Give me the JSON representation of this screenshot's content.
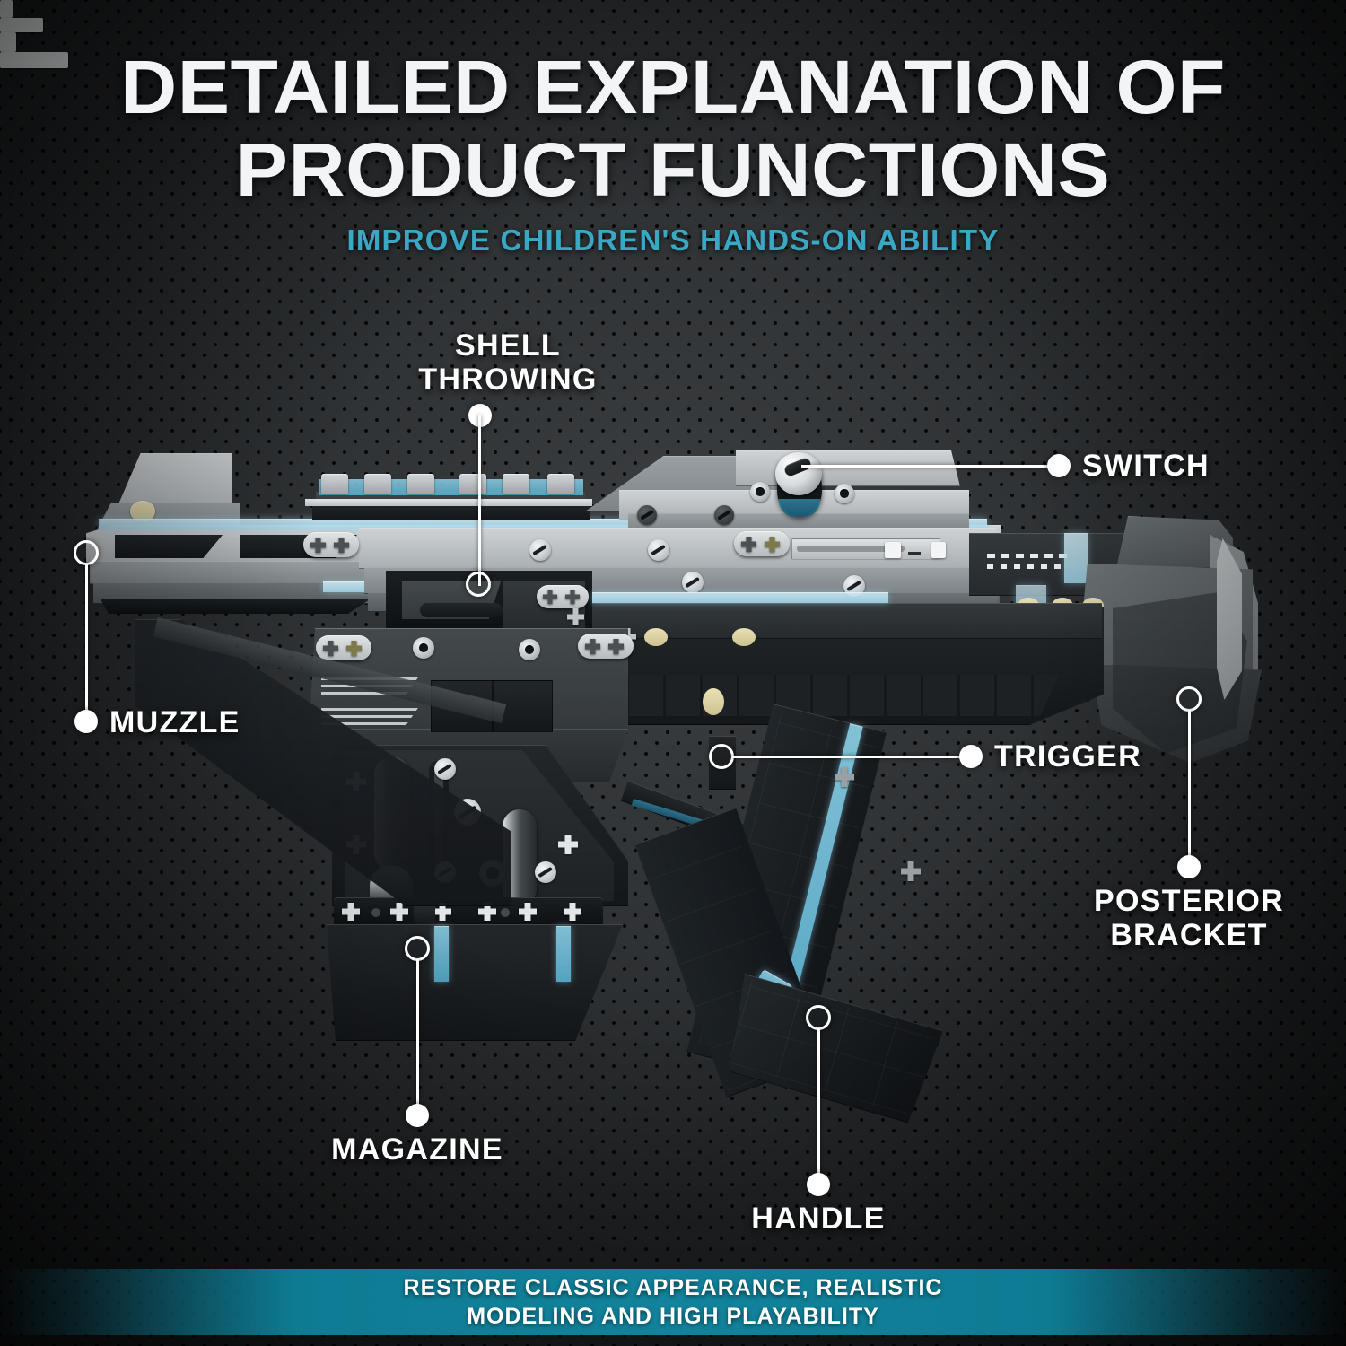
{
  "header": {
    "title_line1": "DETAILED EXPLANATION OF",
    "title_line2": "PRODUCT FUNCTIONS",
    "subtitle": "IMPROVE CHILDREN'S HANDS-ON ABILITY"
  },
  "callouts": [
    {
      "id": "shell-throwing",
      "label": "SHELL\nTHROWING"
    },
    {
      "id": "switch",
      "label": "SWITCH"
    },
    {
      "id": "muzzle",
      "label": "MUZZLE"
    },
    {
      "id": "trigger",
      "label": "TRIGGER"
    },
    {
      "id": "posterior-bracket",
      "label": "POSTERIOR\nBRACKET"
    },
    {
      "id": "magazine",
      "label": "MAGAZINE"
    },
    {
      "id": "handle",
      "label": "HANDLE"
    }
  ],
  "banner": {
    "line1": "RESTORE CLASSIC APPEARANCE, REALISTIC",
    "line2": "MODELING AND HIGH PLAYABILITY"
  },
  "colors": {
    "background": "#2c2f31",
    "accent_teal": "#12839c",
    "subtitle_teal": "#3aa8c4",
    "callout_white": "#ffffff",
    "brick_light_gray": "#b9bec1",
    "brick_dark_gray": "#3a3f42",
    "brick_black": "#1b1f22",
    "brick_trans_blue": "#8ccfe6",
    "brick_tan": "#ddd3a6"
  },
  "product": {
    "type": "brick-built blaster model",
    "orientation": "side view, muzzle left"
  }
}
